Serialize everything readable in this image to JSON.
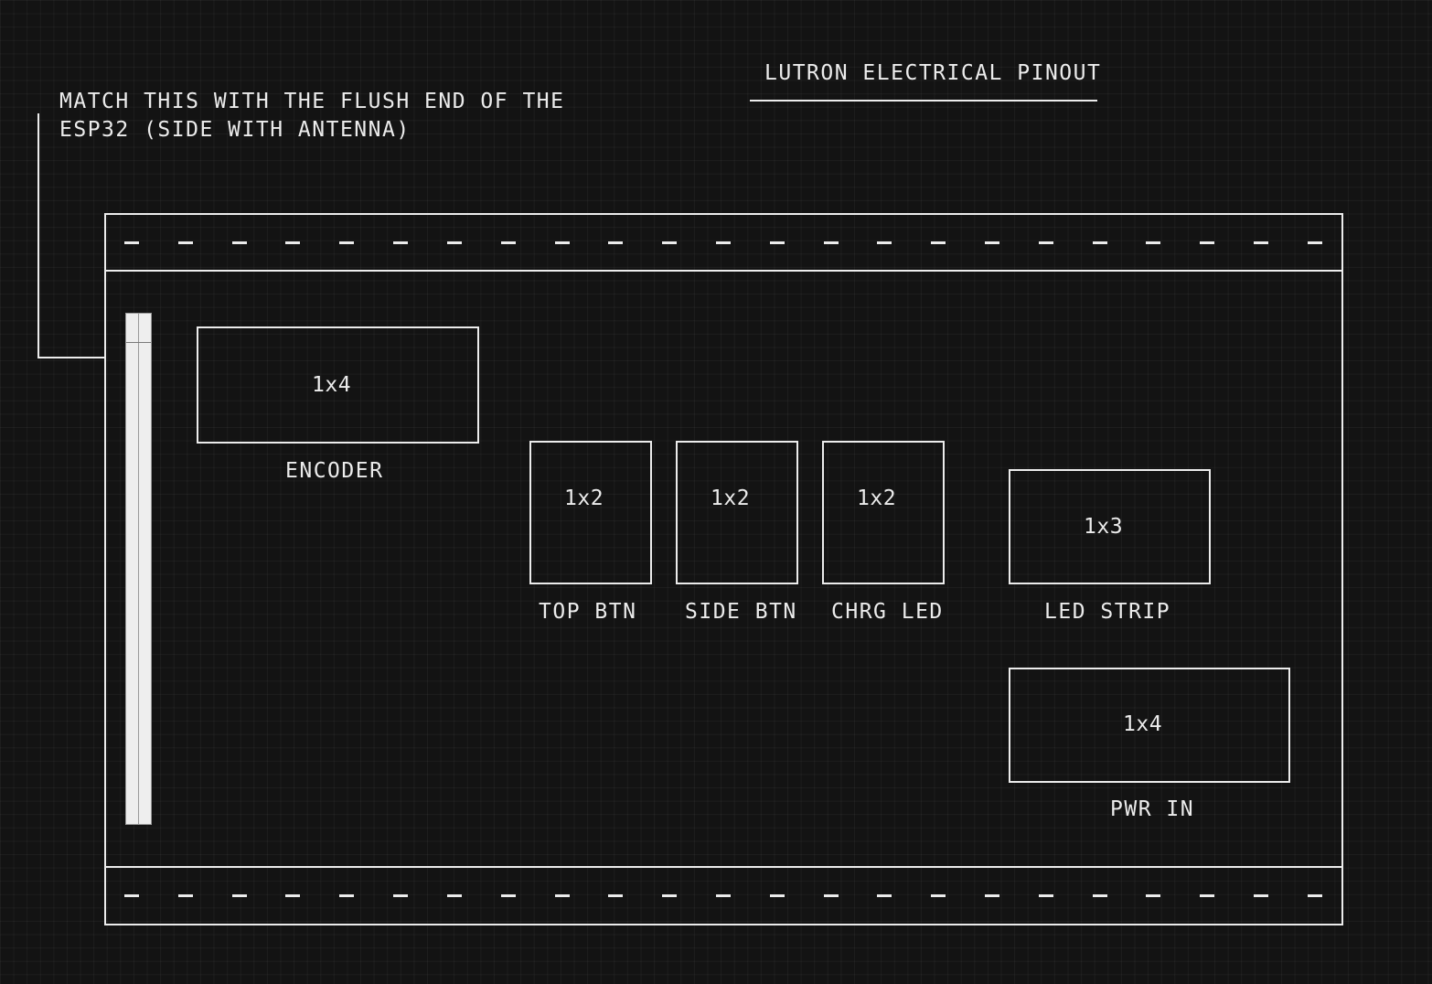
{
  "title": "LUTRON ELECTRICAL PINOUT",
  "annotation": {
    "line1": "MATCH THIS WITH THE FLUSH END OF THE",
    "line2": "ESP32 (SIDE WITH ANTENNA)"
  },
  "colors": {
    "background": "#131313",
    "stroke": "#ececec",
    "grid": "#1f1f1f"
  },
  "board": {
    "top_strip_dash_count": 23,
    "bottom_strip_dash_count": 23
  },
  "connectors": [
    {
      "id": "encoder",
      "pins": "1x4",
      "label": "ENCODER"
    },
    {
      "id": "top-btn",
      "pins": "1x2",
      "label": "TOP BTN"
    },
    {
      "id": "side-btn",
      "pins": "1x2",
      "label": "SIDE BTN"
    },
    {
      "id": "chrg-led",
      "pins": "1x2",
      "label": "CHRG LED"
    },
    {
      "id": "led-strip",
      "pins": "1x3",
      "label": "LED STRIP"
    },
    {
      "id": "pwr-in",
      "pins": "1x4",
      "label": "PWR IN"
    }
  ]
}
